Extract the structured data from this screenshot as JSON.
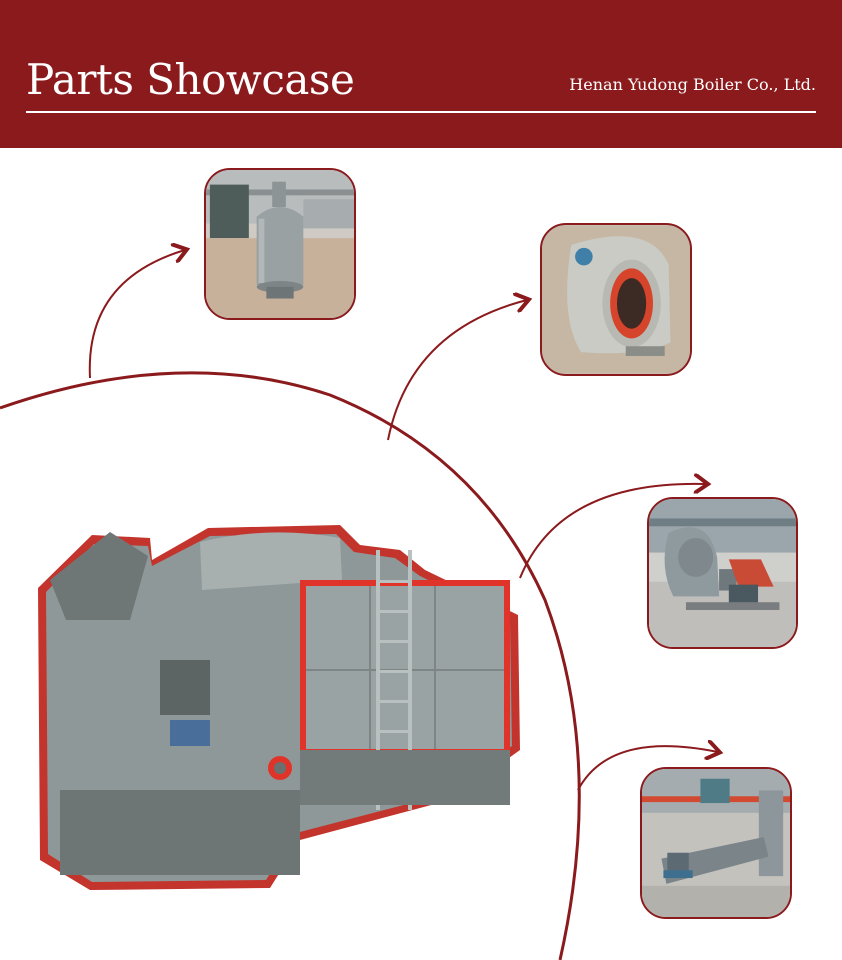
{
  "header": {
    "title": "Parts Showcase",
    "company": "Henan Yudong Boiler Co., Ltd."
  },
  "parts": [
    {
      "icon": "separator-tank-photo"
    },
    {
      "icon": "centrifugal-fan-photo"
    },
    {
      "icon": "blower-motor-photo"
    },
    {
      "icon": "slag-remover-photo"
    }
  ],
  "main_image": {
    "icon": "chain-grate-boiler-photo"
  },
  "colors": {
    "brand_red": "#8b1a1d",
    "steel_gray": "#8f9898",
    "highlight_red": "#e0342a",
    "background": "#ffffff"
  }
}
